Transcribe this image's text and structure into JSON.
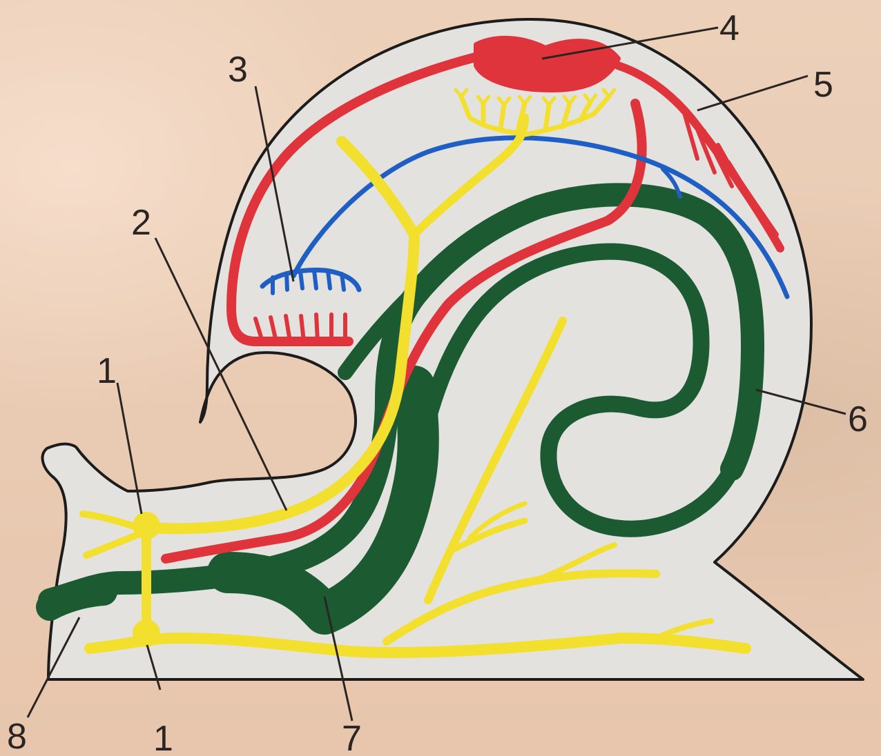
{
  "labels": {
    "l1_top": "1",
    "l1_bottom": "1",
    "l2": "2",
    "l3": "3",
    "l4": "4",
    "l5": "5",
    "l6": "6",
    "l7": "7",
    "l8": "8"
  },
  "colors": {
    "body": "#e3e2df",
    "outline": "#1c1c1c",
    "nerve": "#f3df2e",
    "artery": "#e0343c",
    "vein": "#1f5fc4",
    "gut": "#1c5a31",
    "background": "#e9c9b0"
  }
}
